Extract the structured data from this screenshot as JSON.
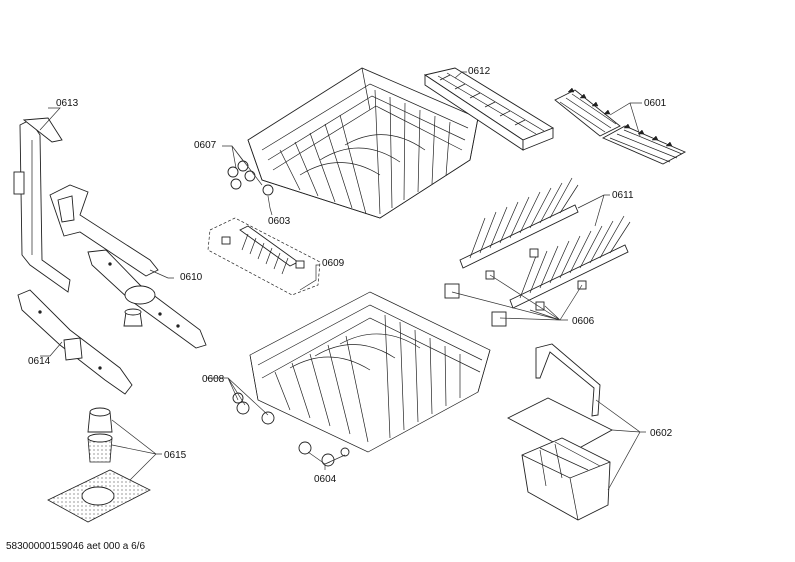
{
  "drawing_number": "58300000159046 aet 000 a 6/6",
  "labels": {
    "p0601": "0601",
    "p0602": "0602",
    "p0603": "0603",
    "p0604": "0604",
    "p0606": "0606",
    "p0607": "0607",
    "p0608": "0608",
    "p0609": "0609",
    "p0610": "0610",
    "p0611": "0611",
    "p0612": "0612",
    "p0613": "0613",
    "p0614": "0614",
    "p0615": "0615"
  }
}
